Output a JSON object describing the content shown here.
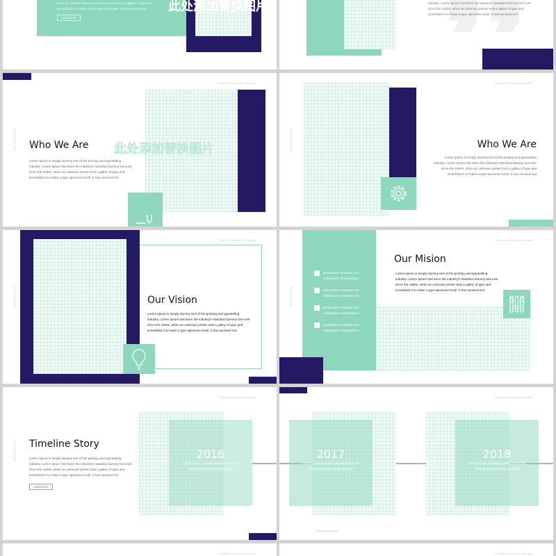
{
  "common": {
    "header": "Callsop Presentation Template",
    "side_url": "www.callsop.co.id",
    "footer_url": "www.callsop.co.id",
    "learn_more": "Learnmore",
    "image_placeholder": "此处添加替换图片"
  },
  "colors": {
    "navy": "#241a63",
    "mint": "#8dd7bc",
    "grid": "#effaf6",
    "background": "#d3d3d3"
  },
  "slides": [
    {
      "body_partial": [
        "since the 1500s, when an unknown printer took a galley of type and",
        "scrambled it to make a type specimen book. It has survived not"
      ]
    },
    {
      "body_partial": [
        "industry. Lorem Ipsum has been the industry's standard dummy text ever",
        "since the 1500s, when an unknown printer took a galley of type and",
        "scrambled it to make a type specimen book. It has survived not"
      ],
      "icon": "quote-icon"
    },
    {
      "title": "Who We Are",
      "body": "Lorem Ipsum is simply dummy text of the printing and typesetting industry. Lorem Ipsum has been the industry's standard dummy text ever since the 1500s, when an unknown printer took a galley of type and scrambled it to make a type specimen book. It has survived not",
      "icon": "pen-icon"
    },
    {
      "title": "Who We Are",
      "body": "Lorem Ipsum is simply dummy text of the printing and typesetting industry. Lorem Ipsum has been the industry's standard dummy text ever since the 1500s, when an unknown printer took a galley of type and scrambled it to make a type specimen book. It has survived not",
      "icon": "gear-icon"
    },
    {
      "title": "Our Vision",
      "body": "Lorem Ipsum is simply dummy text of the printing and typesetting industry. Lorem Ipsum has been the industry's standard dummy text ever since the 1500s, when an unknown printer took a galley of type and scrambled it to make a type specimen book. It has survived not",
      "icon": "lightbulb-icon"
    },
    {
      "title": "Our Mision",
      "body": "Lorem Ipsum is simply dummy text of the printing and typesetting industry. Lorem Ipsum has been the industry's standard dummy text ever since the 1500s, when an unknown printer took a galley of type and scrambled it to make a type specimen book. It has survived not",
      "icon": "sliders-icon",
      "list": [
        "presentation template is for multipurpose presentations",
        "presentation template is for multipurpose presentations",
        "presentation template is for multipurpose presentations",
        "presentation template is for multipurpose presentations"
      ]
    },
    {
      "title": "Timeline Story",
      "body": "Lorem Ipsum is simply dummy text of the printing and typesetting industry. Lorem Ipsum has been the industry's standard dummy text ever since the 1500s, when an unknown printer took a galley of type and scrambled it to make a type specimen book. It has survived not",
      "year": "2016",
      "year_text": "Lorem Ipsum is simply dummy text of the printing and typesetting industry"
    },
    {
      "years": [
        {
          "year": "2017",
          "text": "Lorem Ipsum is simply dummy text of the printing and typesetting industry"
        },
        {
          "year": "2018",
          "text": "Lorem Ipsum is simply dummy text of the printing and typesetting industry"
        }
      ]
    }
  ]
}
